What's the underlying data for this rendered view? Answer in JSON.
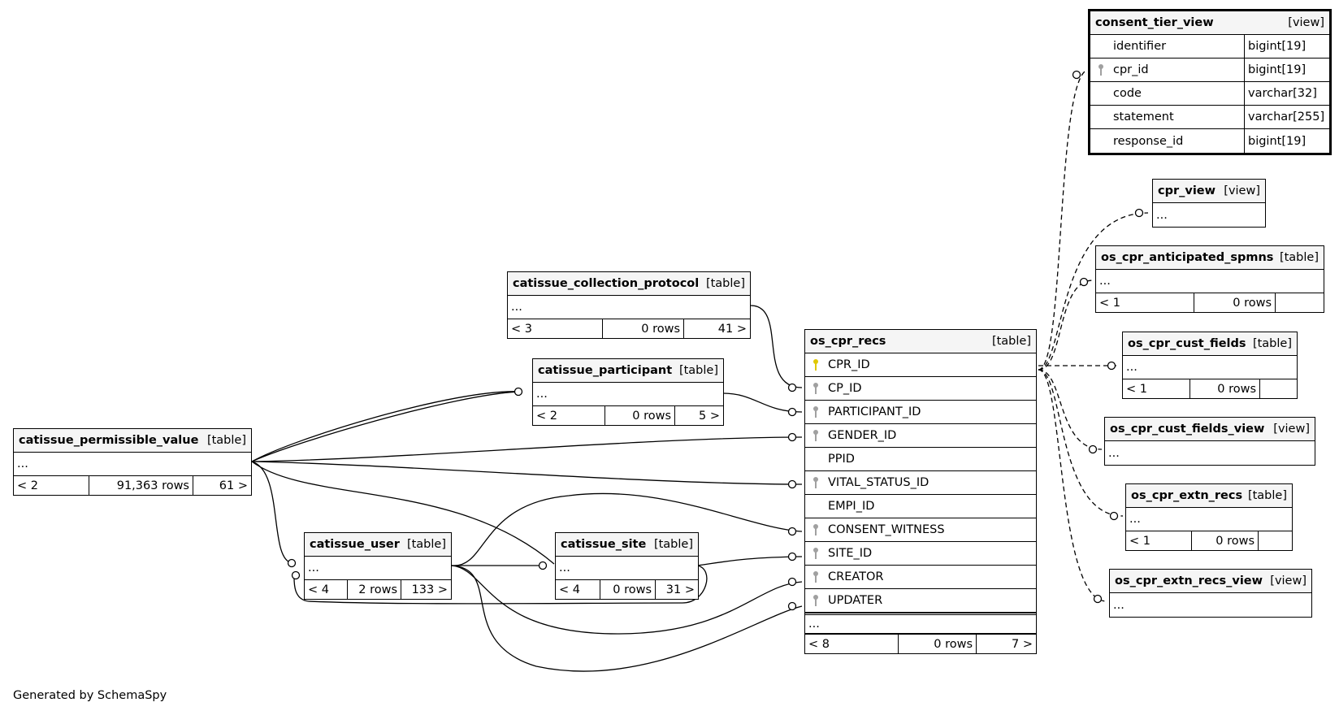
{
  "footer": "Generated by SchemaSpy",
  "tables": {
    "consent_tier_view": {
      "name": "consent_tier_view",
      "type": "[view]",
      "columns": [
        {
          "name": "identifier",
          "type": "bigint[19]",
          "key": ""
        },
        {
          "name": "cpr_id",
          "type": "bigint[19]",
          "key": "fk"
        },
        {
          "name": "code",
          "type": "varchar[32]",
          "key": ""
        },
        {
          "name": "statement",
          "type": "varchar[255]",
          "key": ""
        },
        {
          "name": "response_id",
          "type": "bigint[19]",
          "key": ""
        }
      ]
    },
    "cpr_view": {
      "name": "cpr_view",
      "type": "[view]",
      "ellipsis": "..."
    },
    "os_cpr_anticipated_spmns": {
      "name": "os_cpr_anticipated_spmns",
      "type": "[table]",
      "ellipsis": "...",
      "stats": {
        "parents": "< 1",
        "rows": "0 rows",
        "children": ""
      }
    },
    "os_cpr_cust_fields": {
      "name": "os_cpr_cust_fields",
      "type": "[table]",
      "ellipsis": "...",
      "stats": {
        "parents": "< 1",
        "rows": "0 rows",
        "children": ""
      }
    },
    "os_cpr_cust_fields_view": {
      "name": "os_cpr_cust_fields_view",
      "type": "[view]",
      "ellipsis": "..."
    },
    "os_cpr_extn_recs": {
      "name": "os_cpr_extn_recs",
      "type": "[table]",
      "ellipsis": "...",
      "stats": {
        "parents": "< 1",
        "rows": "0 rows",
        "children": ""
      }
    },
    "os_cpr_extn_recs_view": {
      "name": "os_cpr_extn_recs_view",
      "type": "[view]",
      "ellipsis": "..."
    },
    "os_cpr_recs": {
      "name": "os_cpr_recs",
      "type": "[table]",
      "ellipsis": "...",
      "columns": [
        {
          "name": "CPR_ID",
          "key": "pk"
        },
        {
          "name": "CP_ID",
          "key": "fk"
        },
        {
          "name": "PARTICIPANT_ID",
          "key": "fk"
        },
        {
          "name": "GENDER_ID",
          "key": "fk"
        },
        {
          "name": "PPID",
          "key": ""
        },
        {
          "name": "VITAL_STATUS_ID",
          "key": "fk"
        },
        {
          "name": "EMPI_ID",
          "key": ""
        },
        {
          "name": "CONSENT_WITNESS",
          "key": "fk"
        },
        {
          "name": "SITE_ID",
          "key": "fk"
        },
        {
          "name": "CREATOR",
          "key": "fk"
        },
        {
          "name": "UPDATER",
          "key": "fk"
        }
      ],
      "stats": {
        "parents": "< 8",
        "rows": "0 rows",
        "children": "7 >"
      }
    },
    "catissue_collection_protocol": {
      "name": "catissue_collection_protocol",
      "type": "[table]",
      "ellipsis": "...",
      "stats": {
        "parents": "< 3",
        "rows": "0 rows",
        "children": "41 >"
      }
    },
    "catissue_participant": {
      "name": "catissue_participant",
      "type": "[table]",
      "ellipsis": "...",
      "stats": {
        "parents": "< 2",
        "rows": "0 rows",
        "children": "5 >"
      }
    },
    "catissue_permissible_value": {
      "name": "catissue_permissible_value",
      "type": "[table]",
      "ellipsis": "...",
      "stats": {
        "parents": "< 2",
        "rows": "91,363 rows",
        "children": "61 >"
      }
    },
    "catissue_user": {
      "name": "catissue_user",
      "type": "[table]",
      "ellipsis": "...",
      "stats": {
        "parents": "< 4",
        "rows": "2 rows",
        "children": "133 >"
      }
    },
    "catissue_site": {
      "name": "catissue_site",
      "type": "[table]",
      "ellipsis": "...",
      "stats": {
        "parents": "< 4",
        "rows": "0 rows",
        "children": "31 >"
      }
    }
  },
  "colors": {
    "pk_key": "#e0c800",
    "fk_key": "#a0a0a0",
    "header_bg": "#f5f5f5"
  }
}
